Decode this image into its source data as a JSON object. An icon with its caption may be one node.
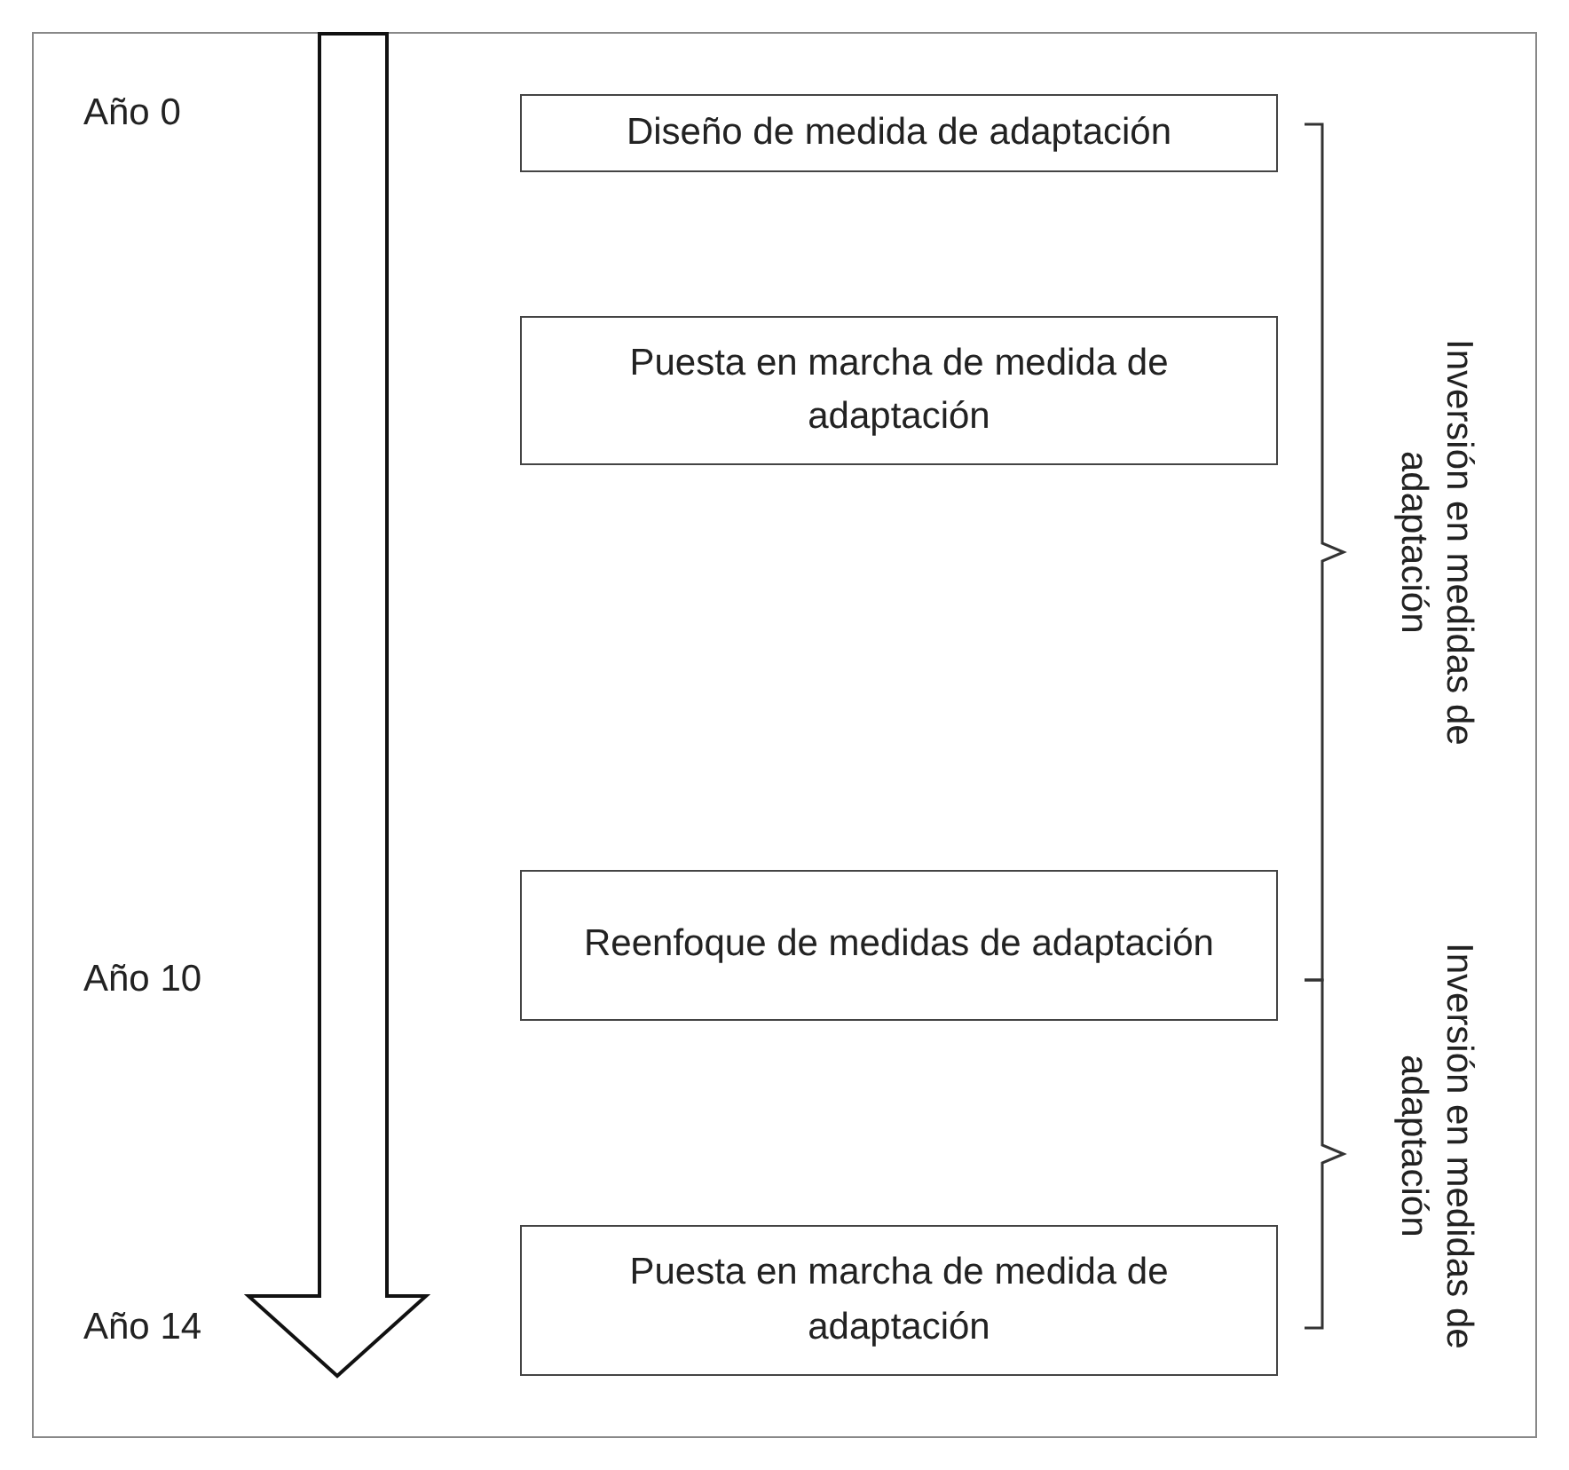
{
  "diagram": {
    "nodes": [
      {
        "text": [
          "Diseño de medida de adaptación"
        ]
      },
      {
        "text": [
          "Puesta en marcha de medida de adaptación"
        ]
      },
      {
        "text": [
          "Reenfoque de medidas de adaptación"
        ]
      },
      {
        "text": [
          "Puesta en marcha de medida de adaptación"
        ]
      }
    ],
    "labels": [
      "Año 0",
      "Año 10",
      "Año 14",
      "Inversión en medidas de adaptación",
      "Inversión en medidas de adaptación"
    ]
  }
}
